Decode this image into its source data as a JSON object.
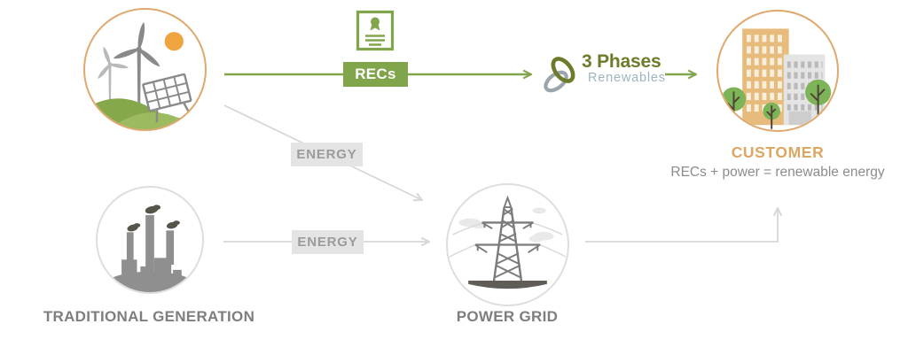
{
  "theme": {
    "green": "#81a54a",
    "orange_ring": "#dfa86c",
    "gray_ring": "#dedede",
    "arrow_gray": "#d7d7d7",
    "energy_box_bg": "#e4e4e4",
    "energy_text": "#9b9b9b",
    "node_label": "#7e7e7e",
    "customer_label": "#dba763",
    "subtitle": "#8c8c8c",
    "brand_olive": "#6d7c2b",
    "brand_gray": "#9eb5c0",
    "sun": "#f0a43f",
    "factory_gray": "#8f8f8f",
    "smoke_dark": "#57544a",
    "tower_gray": "#7b7b7b",
    "ground_dark": "#5f5d55",
    "cloud_gray": "#e9e9e9",
    "hill_back": "#85a84b",
    "hill_front": "#9cba60",
    "turbine_gray": "#8a8a8a",
    "turbine_light": "#b9b9b9",
    "tan_building": "#e7bb7c",
    "tan_window": "#f7efdd",
    "gray_building": "#e4e4e4",
    "gray_window": "#b9b9b9",
    "tree_green": "#7db457",
    "trunk_brown": "#4f4336"
  },
  "flows": {
    "recs_label": "RECs",
    "energy_label_top": "ENERGY",
    "energy_label_bottom": "ENERGY"
  },
  "brand": {
    "line1": "3 Phases",
    "line2": "Renewables"
  },
  "nodes": {
    "traditional": {
      "label": "TRADITIONAL GENERATION"
    },
    "power_grid": {
      "label": "POWER GRID"
    },
    "customer": {
      "label": "CUSTOMER",
      "subtitle": "RECs + power = renewable energy"
    }
  },
  "icons": {
    "renewable": "wind-solar-generation",
    "certificate": "rec-certificate",
    "traditional": "factory-smokestacks",
    "power_grid": "transmission-tower",
    "customer": "city-buildings"
  }
}
